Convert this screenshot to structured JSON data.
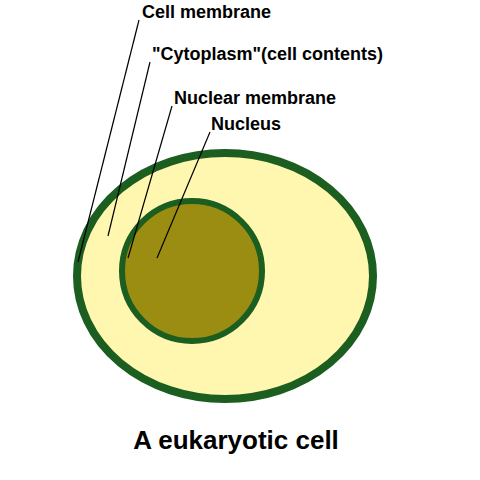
{
  "diagram": {
    "caption": "A eukaryotic cell",
    "labels": [
      "Cell membrane",
      "\"Cytoplasm\"(cell contents)",
      "Nuclear membrane",
      "Nucleus"
    ]
  }
}
